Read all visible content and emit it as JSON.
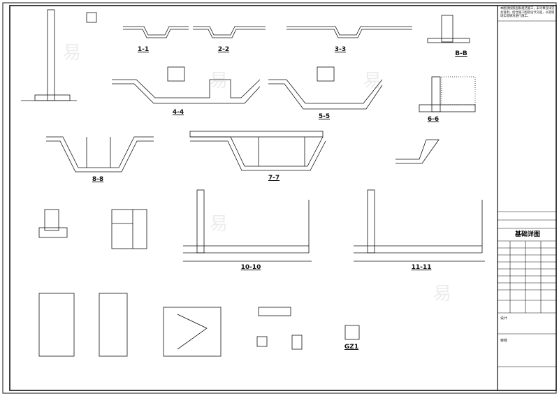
{
  "notes": "本图须按照国家规范施工，未尽事宜详见总说明，结合施工图及设计交底，以及现场实际情况进行施工。",
  "sections": [
    {
      "label": "1-1"
    },
    {
      "label": "2-2"
    },
    {
      "label": "3-3"
    },
    {
      "label": "B-B"
    },
    {
      "label": "4-4"
    },
    {
      "label": "5-5"
    },
    {
      "label": "6-6"
    },
    {
      "label": "8-8"
    },
    {
      "label": "7-7"
    },
    {
      "label": "10-10"
    },
    {
      "label": "11-11"
    },
    {
      "label": "GZ1"
    }
  ],
  "title_block": {
    "drawing_title": "基础详图",
    "design_label": "设计",
    "check_label": "审核"
  },
  "watermark": "易"
}
